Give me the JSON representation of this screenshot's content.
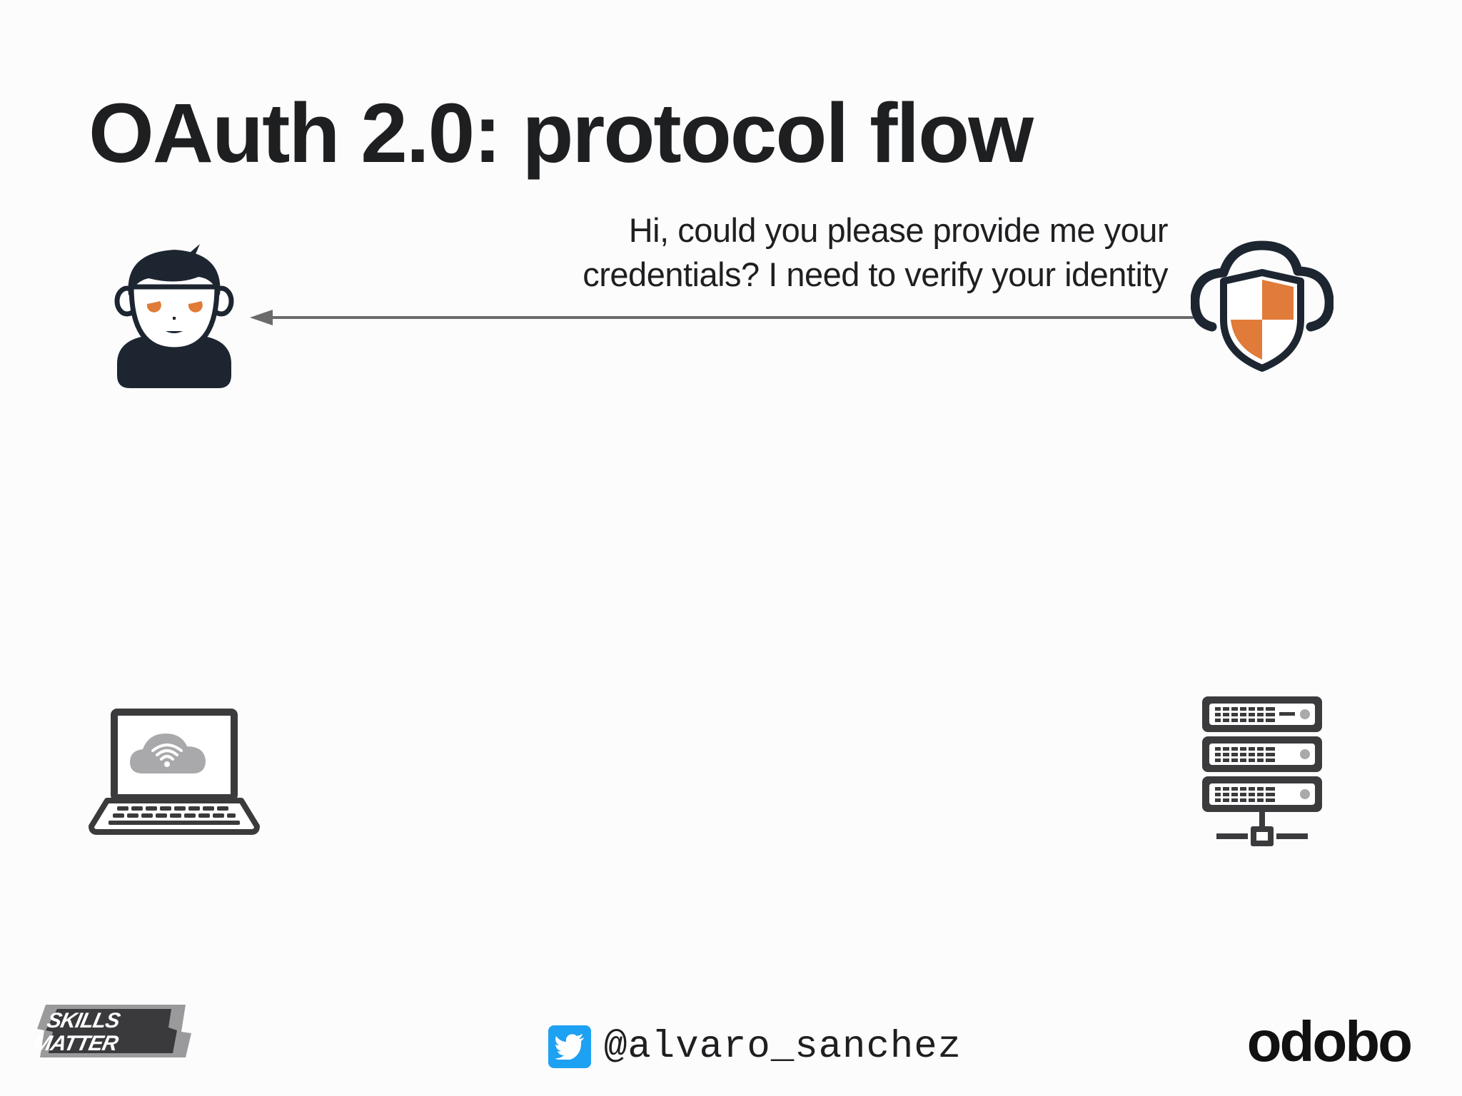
{
  "slide": {
    "title": "OAuth 2.0: protocol flow"
  },
  "flow": {
    "message_line1": "Hi, could you please provide me your",
    "message_line2": "credentials? I need to verify your identity",
    "direction": "authorization-server-to-resource-owner"
  },
  "actors": [
    {
      "name": "resource-owner",
      "icon": "user-icon"
    },
    {
      "name": "authorization-server",
      "icon": "shield-cloud-icon"
    },
    {
      "name": "client",
      "icon": "laptop-cloud-icon"
    },
    {
      "name": "resource-server",
      "icon": "server-rack-icon"
    }
  ],
  "footer": {
    "skills_logo_text": "SKILLS MATTER",
    "twitter_handle": "@alvaro_sanchez",
    "brand_logo": "odobo"
  },
  "colors": {
    "text": "#1e1f21",
    "accent": "#e07b39",
    "icon_dark": "#1d2630",
    "icon_gray": "#3b3b3d",
    "arrow": "#6b6b6b",
    "twitter": "#1da1f2"
  }
}
